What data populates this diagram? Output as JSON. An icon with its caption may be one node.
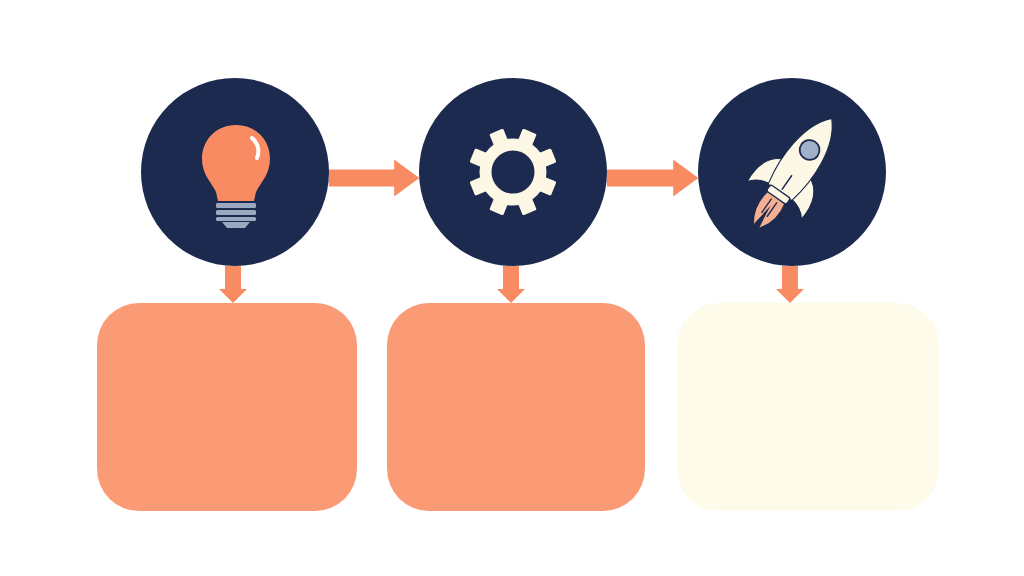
{
  "diagram": {
    "nodes": [
      {
        "text": [],
        "shape": "circle"
      },
      {
        "text": [],
        "shape": "circle"
      },
      {
        "text": [],
        "shape": "circle"
      },
      {
        "text": [],
        "shape": "box"
      },
      {
        "text": [],
        "shape": "box"
      },
      {
        "text": [],
        "shape": "box"
      }
    ],
    "edges": [
      {
        "from": 0,
        "to": 1,
        "arrow": "to"
      },
      {
        "from": 1,
        "to": 2,
        "arrow": "to"
      },
      {
        "from": 0,
        "to": 3,
        "arrow": "to"
      },
      {
        "from": 1,
        "to": 4,
        "arrow": "to"
      },
      {
        "from": 2,
        "to": 5,
        "arrow": "to"
      }
    ]
  }
}
